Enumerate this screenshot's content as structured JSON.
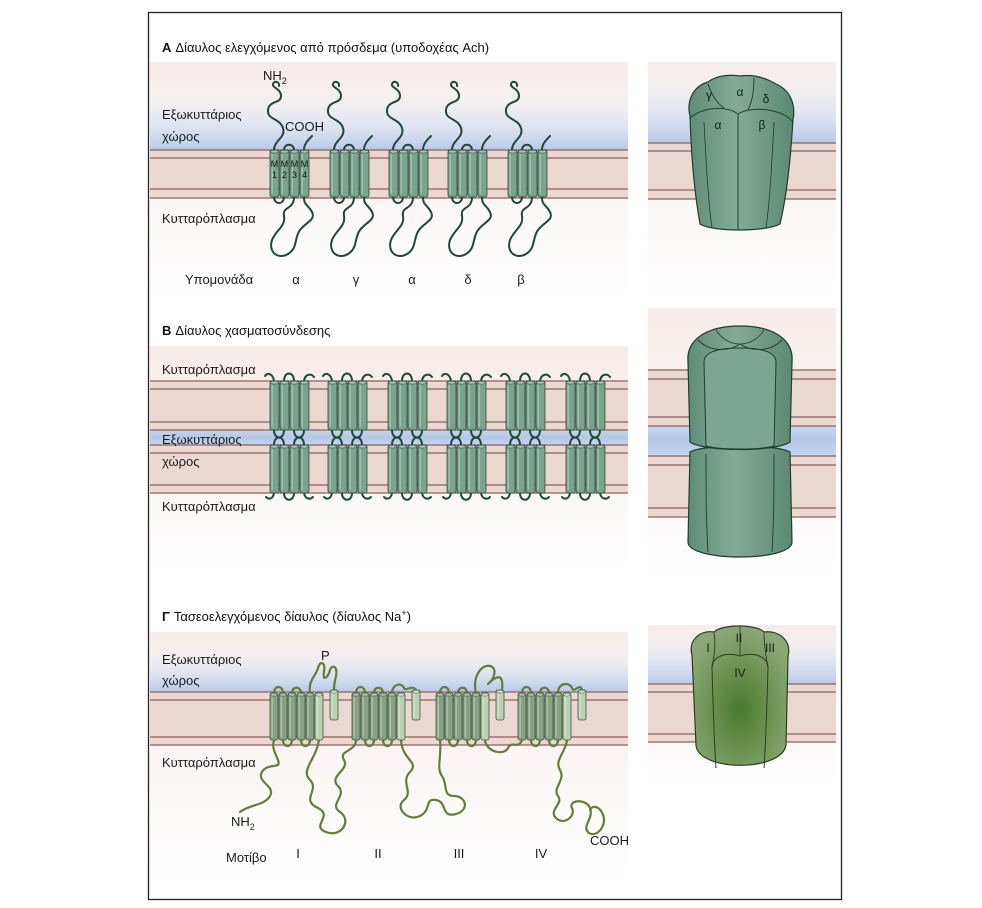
{
  "panel_a": {
    "letter": "Α",
    "title": "Δίαυλος ελεγχόμενος από πρόσδεμα (υποδοχέας Ach)",
    "extracellular_line1": "Εξωκυττάριος",
    "extracellular_line2": "χώρος",
    "cytoplasm": "Κυτταρόπλασμα",
    "n_terminus": {
      "base": "NH",
      "sub": "2"
    },
    "c_terminus": "COOH",
    "helix_labels": [
      {
        "top": "M",
        "bottom": "1"
      },
      {
        "top": "M",
        "bottom": "2"
      },
      {
        "top": "M",
        "bottom": "3"
      },
      {
        "top": "M",
        "bottom": "4"
      }
    ],
    "subunit_label": "Υπομονάδα",
    "subunits": [
      "α",
      "γ",
      "α",
      "δ",
      "β"
    ],
    "channel_labels": [
      "γ",
      "α",
      "δ",
      "α",
      "β"
    ]
  },
  "panel_b": {
    "letter": "Β",
    "title": "Δίαυλος χασματοσύνδεσης",
    "cytoplasm_top": "Κυτταρόπλασμα",
    "extracellular_line1": "Εξωκυττάριος",
    "extracellular_line2": "χώρος",
    "cytoplasm_bottom": "Κυτταρόπλασμα"
  },
  "panel_c": {
    "letter": "Γ",
    "title": "Τασεοελεγχόμενος δίαυλος (δίαυλος Na",
    "title_sup": "+",
    "title_end": ")",
    "extracellular_line1": "Εξωκυττάριος",
    "extracellular_line2": "χώρος",
    "cytoplasm": "Κυτταρόπλασμα",
    "pore_label": "P",
    "n_terminus": {
      "base": "NH",
      "sub": "2"
    },
    "c_terminus": "COOH",
    "motif_label": "Μοτίβο",
    "motifs": [
      "I",
      "II",
      "III",
      "IV"
    ],
    "channel_labels": [
      "I",
      "II",
      "III",
      "IV"
    ]
  },
  "colors": {
    "membrane": "#ecd8d3",
    "membrane_line": "#8c6258",
    "extracellular": "#b8c9e8",
    "ligand_helix": "#7ba48f",
    "ligand_helix_stroke": "#2c4a3b",
    "ligand_loop": "#1e4a37",
    "nav_helix": "#8aa184",
    "nav_helix_light": "#bcd0b5",
    "nav_helix_stroke": "#3e5a38",
    "nav_loop": "#5f7f3b",
    "channel_teal": "#6f9b87",
    "channel_olive": "#5b8442"
  }
}
